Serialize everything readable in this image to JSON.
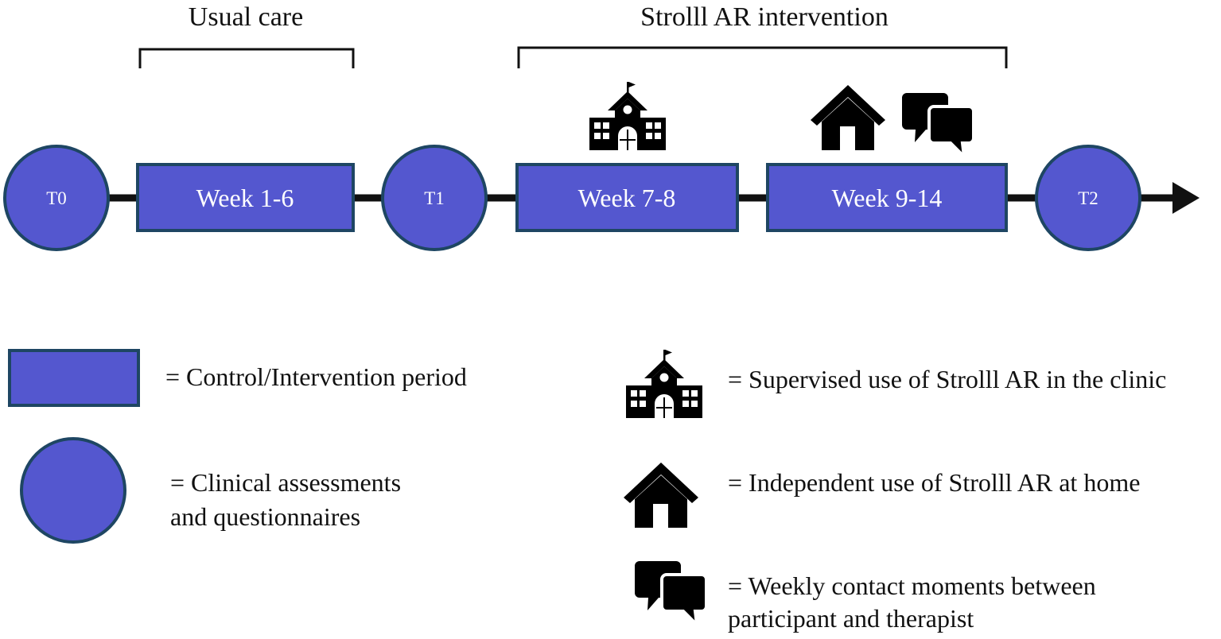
{
  "phases": {
    "usual_care": "Usual care",
    "intervention": "Strolll AR intervention"
  },
  "nodes": {
    "t0": "T0",
    "t1": "T1",
    "t2": "T2"
  },
  "periods": {
    "week_1_6": "Week 1-6",
    "week_7_8": "Week 7-8",
    "week_9_14": "Week 9-14"
  },
  "legend": {
    "period": "= Control/Intervention period",
    "assessment_line1": "= Clinical assessments",
    "assessment_line2": "and questionnaires",
    "clinic": "= Supervised use of Strolll AR in the clinic",
    "home": "= Independent use of Strolll AR at home",
    "contact_line1": "= Weekly contact moments between",
    "contact_line2": "participant and therapist"
  },
  "icons": {
    "clinic": "clinic-building-icon",
    "home": "house-icon",
    "contact": "speech-bubbles-icon"
  },
  "colors": {
    "fill": "#5457CF",
    "stroke": "#1E4663",
    "line": "#111111"
  }
}
